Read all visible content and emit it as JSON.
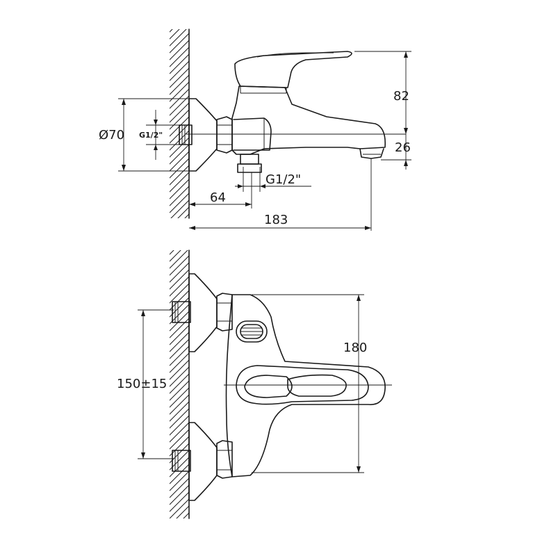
{
  "views": {
    "side": {
      "dimensions": {
        "flange_diameter": "Ø70",
        "inlet_thread": "G1/2\"",
        "height_82": "82",
        "spout_drop": "26",
        "outlet_thread": "G1/2\"",
        "wall_to_outlet": "64",
        "overall_length": "183"
      }
    },
    "front": {
      "dimensions": {
        "inlet_spacing": "150±15",
        "overall_height": "180"
      }
    }
  }
}
